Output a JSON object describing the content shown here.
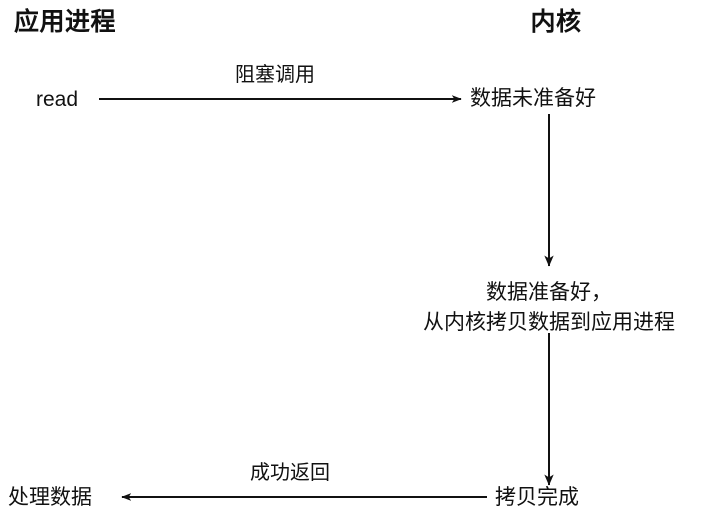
{
  "diagram": {
    "title_app": "应用进程",
    "title_kernel": "内核",
    "colors": {
      "stroke": "#111111",
      "text": "#111111",
      "background": "#ffffff"
    },
    "nodes": {
      "read_call": "read",
      "data_not_ready": "数据未准备好",
      "data_ready_line1": "数据准备好，",
      "data_ready_line2": "从内核拷贝数据到应用进程",
      "copy_done": "拷贝完成",
      "process_data": "处理数据"
    },
    "edges": {
      "blocking_call": "阻塞调用",
      "success_return": "成功返回"
    }
  }
}
